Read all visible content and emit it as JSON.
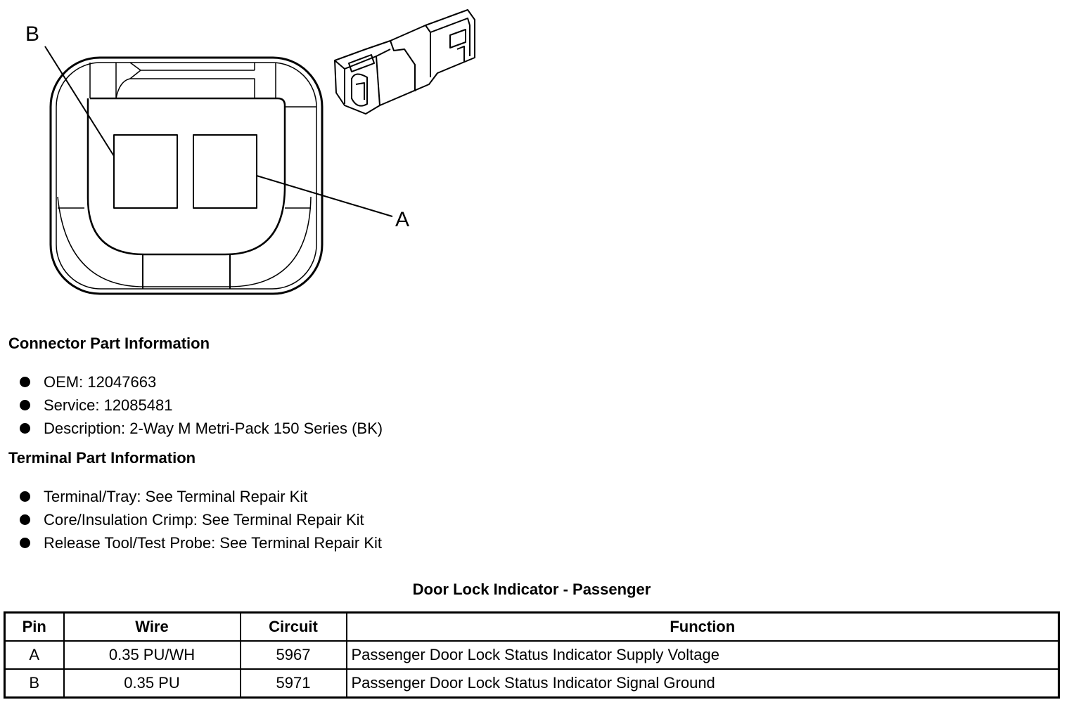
{
  "diagram": {
    "pin_labels": [
      "B",
      "A"
    ]
  },
  "connector_part_info": {
    "heading": "Connector Part Information",
    "items": [
      "OEM: 12047663",
      "Service: 12085481",
      "Description: 2-Way M Metri-Pack 150 Series (BK)"
    ]
  },
  "terminal_part_info": {
    "heading": "Terminal Part Information",
    "items": [
      "Terminal/Tray: See Terminal Repair Kit",
      "Core/Insulation Crimp: See Terminal Repair Kit",
      "Release Tool/Test Probe: See Terminal Repair Kit"
    ]
  },
  "pin_table": {
    "title": "Door Lock Indicator - Passenger",
    "headers": [
      "Pin",
      "Wire",
      "Circuit",
      "Function"
    ],
    "rows": [
      [
        "A",
        "0.35 PU/WH",
        "5967",
        "Passenger Door Lock Status Indicator Supply Voltage"
      ],
      [
        "B",
        "0.35 PU",
        "5971",
        "Passenger Door Lock Status Indicator Signal Ground"
      ]
    ]
  }
}
